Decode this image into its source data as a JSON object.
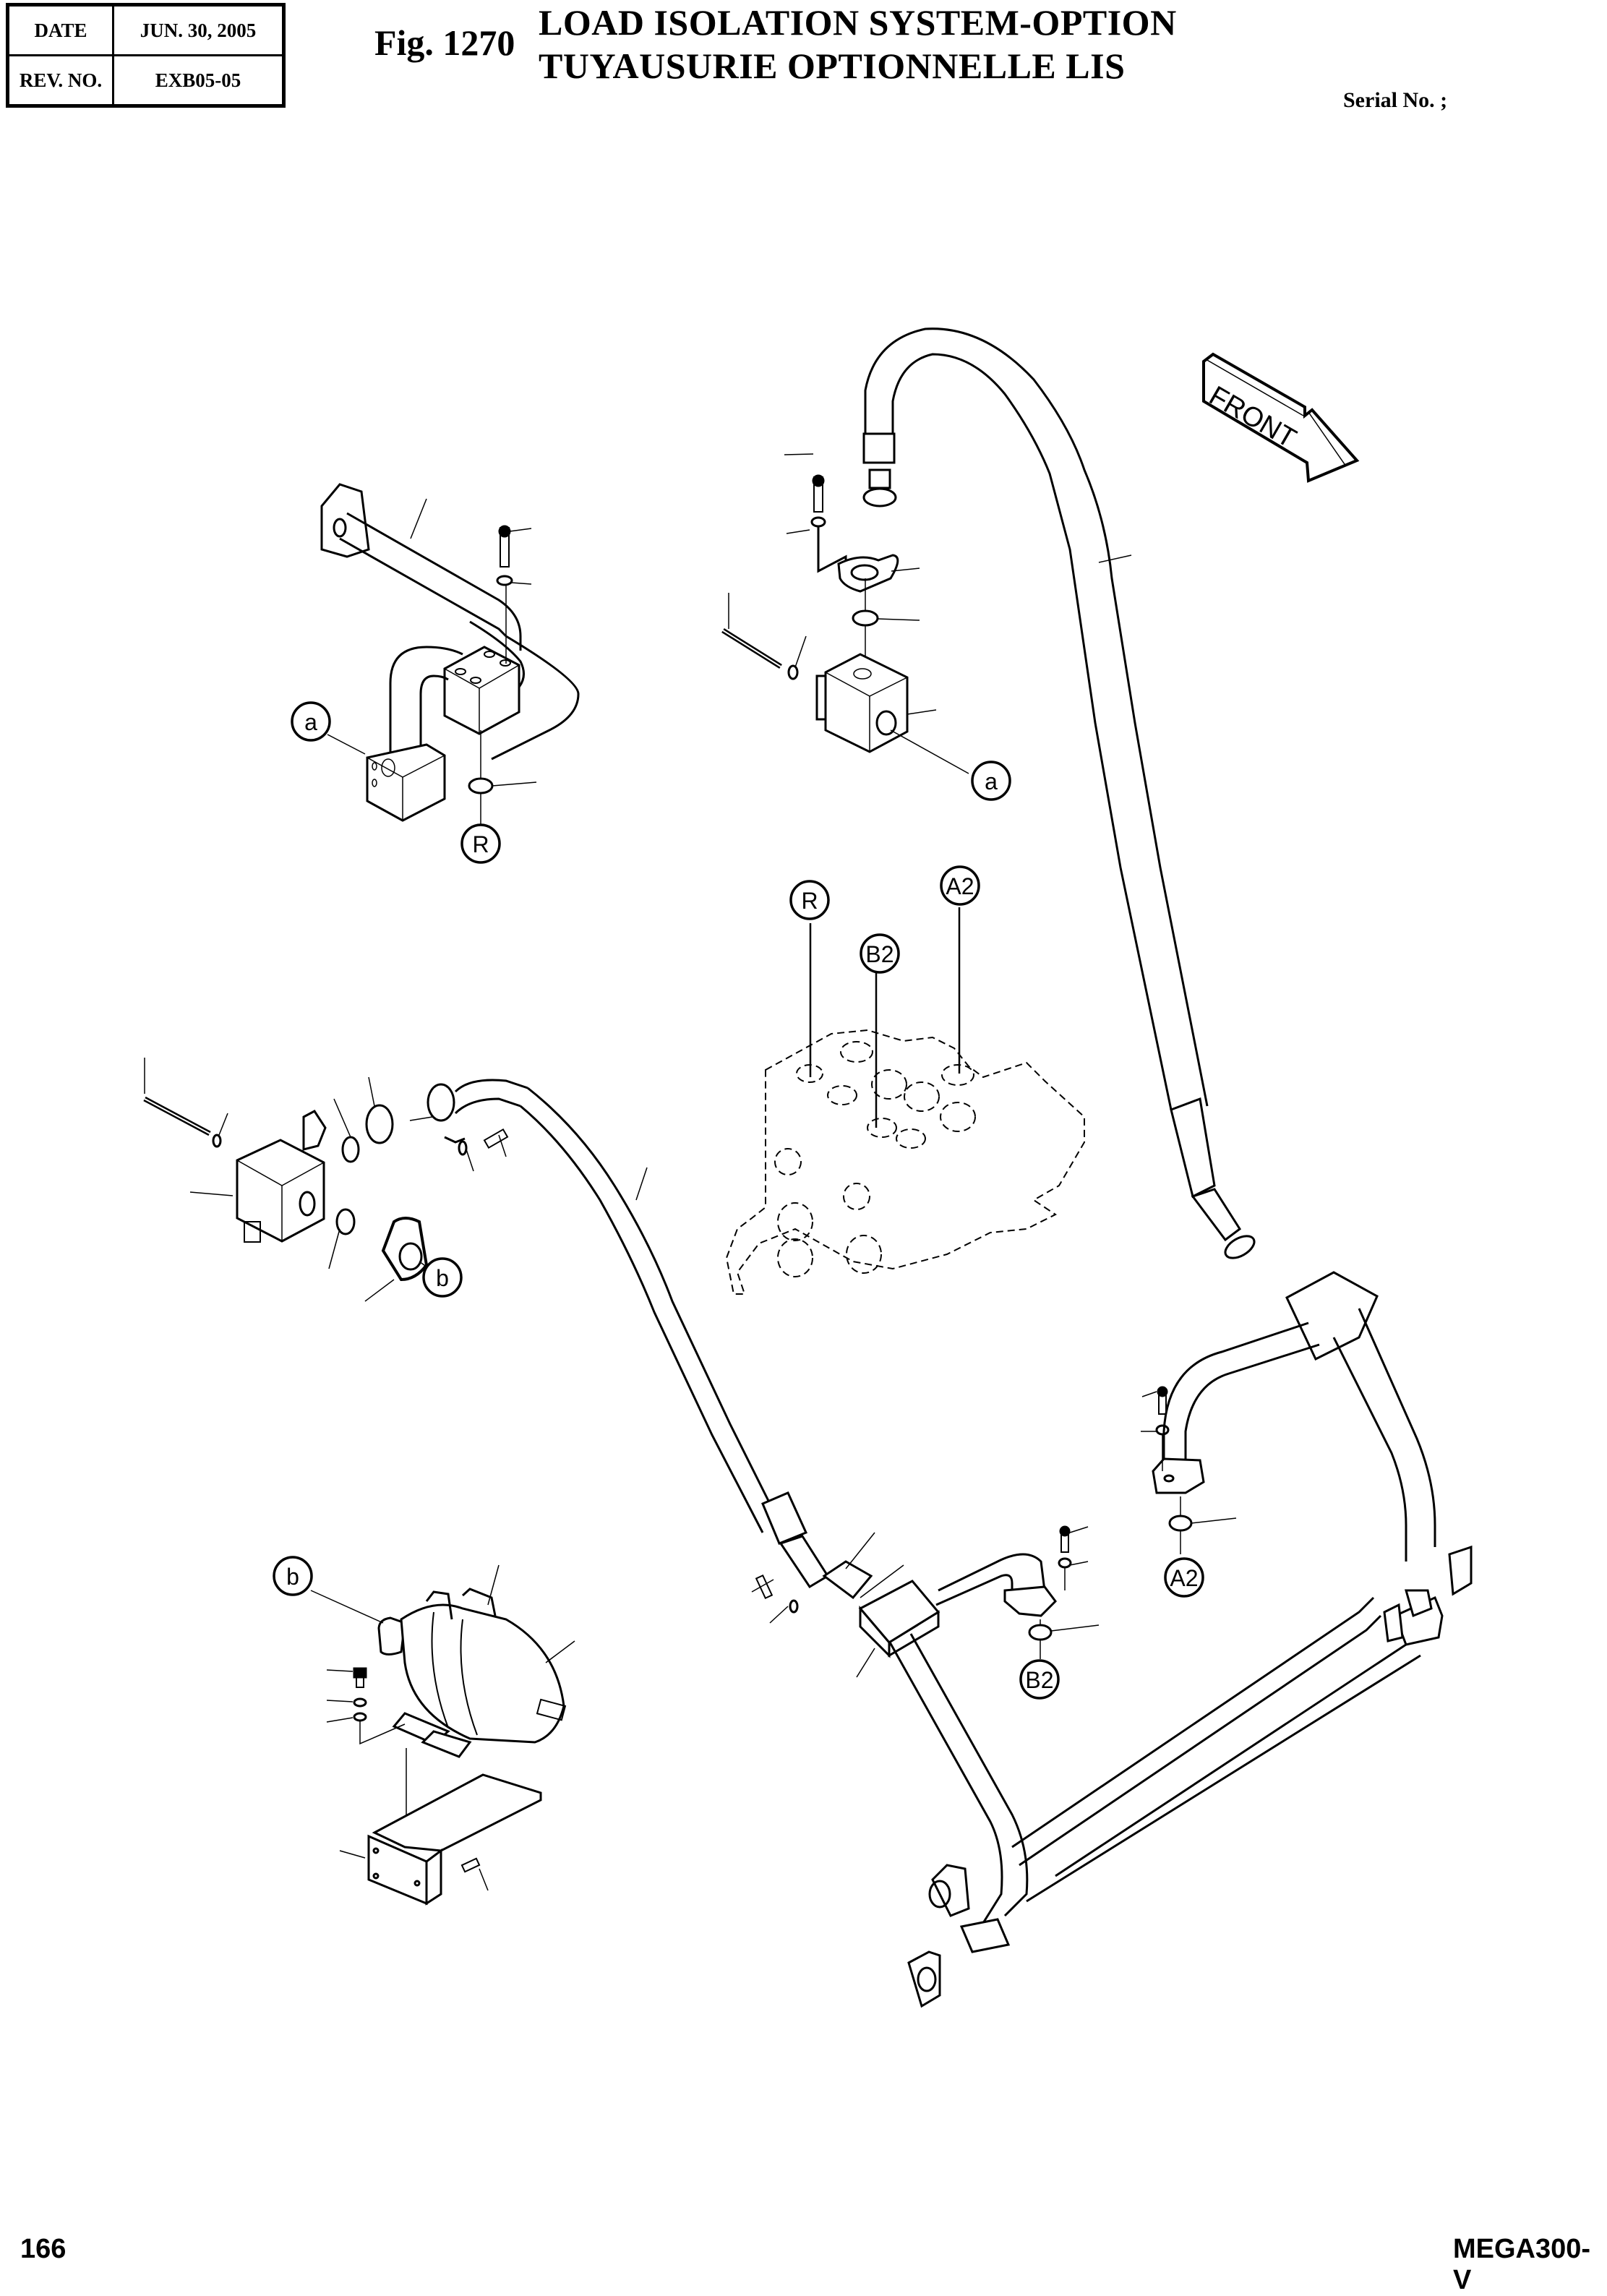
{
  "header": {
    "date_label": "DATE",
    "date_value": "JUN. 30, 2005",
    "rev_label": "REV. NO.",
    "rev_value": "EXB05-05",
    "figure_number": "Fig. 1270",
    "title_en": "LOAD ISOLATION SYSTEM-OPTION",
    "title_fr": "TUYAUSURIE OPTIONNELLE LIS",
    "serial_label": "Serial No. ;"
  },
  "footer": {
    "page_number": "166",
    "model": "MEGA300-V"
  },
  "diagram": {
    "front_arrow_label": "FRONT",
    "callouts": {
      "a_top_left": "a",
      "r_top_left": "R",
      "a_center": "a",
      "r_valve": "R",
      "b2_valve": "B2",
      "a2_valve": "A2",
      "b_solenoid": "b",
      "b_accumulator": "b",
      "a2_right": "A2",
      "b2_bottom": "B2"
    }
  }
}
